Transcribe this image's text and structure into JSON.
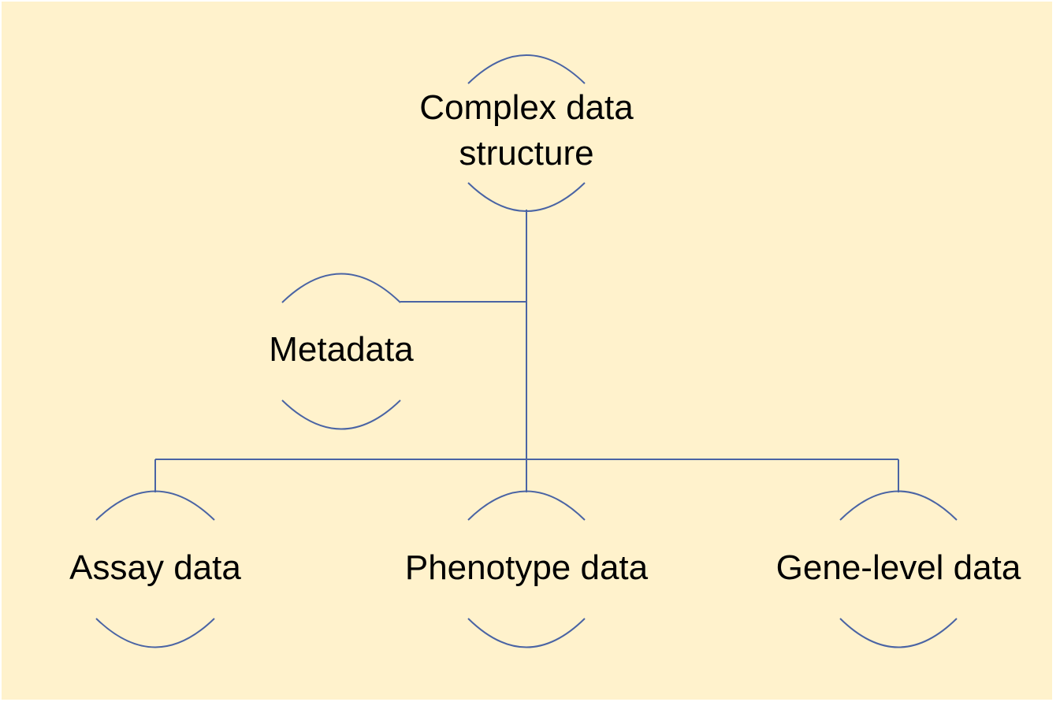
{
  "diagram": {
    "root": {
      "line1": "Complex data",
      "line2": "structure"
    },
    "metadata": "Metadata",
    "children": [
      "Assay data",
      "Phenotype data",
      "Gene-level data"
    ]
  },
  "colors": {
    "background": "#fff2cc",
    "connector": "#4a64a4",
    "text": "#000000"
  }
}
